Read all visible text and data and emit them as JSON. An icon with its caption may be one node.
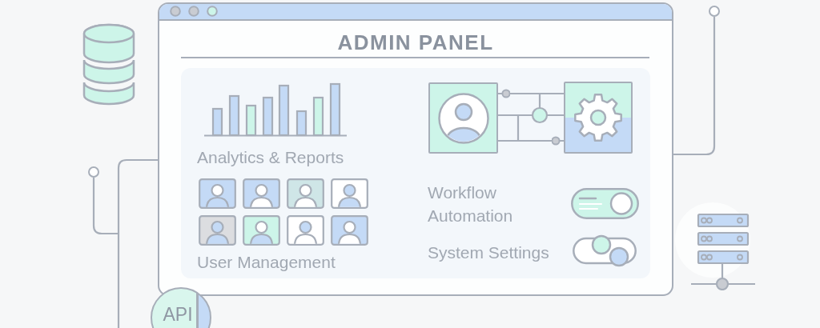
{
  "diagram": {
    "nodes": [
      {
        "text": [
          "ADMIN PANEL"
        ]
      },
      {
        "text": [],
        "shape": "box",
        "in": 0
      },
      {
        "text": [],
        "shape": "box",
        "in": 0
      },
      {
        "text": [],
        "shape": "circle"
      },
      {
        "text": [],
        "shape": "circle"
      },
      {
        "text": [
          "API"
        ]
      }
    ],
    "edges": [
      {
        "from": 2,
        "to": 1,
        "arrow": "other"
      },
      {
        "from": 1,
        "to": 2,
        "arrow": "none"
      },
      {
        "from": 1,
        "to": 2,
        "arrow": "other"
      },
      {
        "from": 3,
        "to": 0,
        "arrow": "none"
      },
      {
        "from": 0,
        "to": null,
        "arrow": "none"
      },
      {
        "from": 4,
        "to": null,
        "arrow": "none"
      }
    ],
    "labels": [
      "Analytics & Reports",
      "User Management",
      "Workflow Automation",
      "System Settings"
    ]
  }
}
